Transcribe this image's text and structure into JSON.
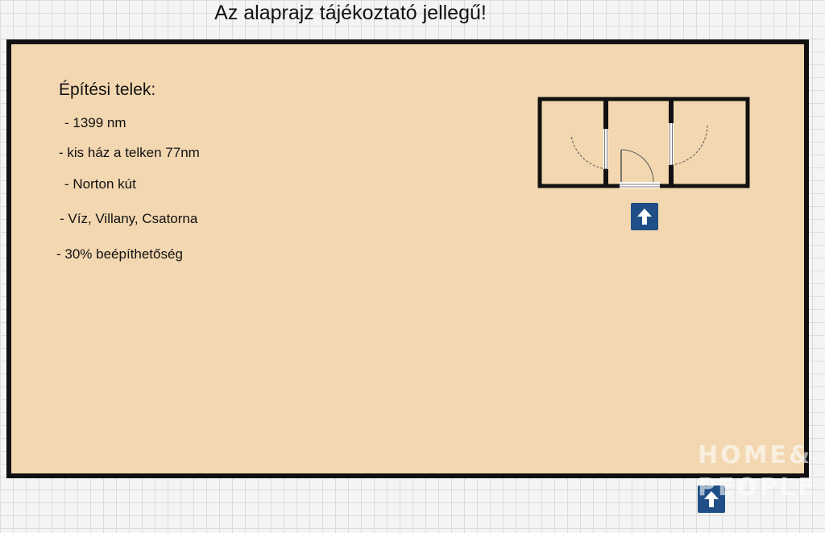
{
  "title": "Az alaprajz tájékoztató jellegű!",
  "plot": {
    "heading": "Építési telek:",
    "items": [
      "- 1399 nm",
      "- kis ház a telken 77nm",
      "- Norton kút",
      "- Víz, Villany, Csatorna",
      "- 30% beépíthetőség"
    ]
  },
  "watermark": {
    "line1": "HOME&",
    "line2": "PEOPLE",
    "tagline": ""
  },
  "colors": {
    "plot_fill": "#f2d7b0",
    "wall": "#111111",
    "entrance_badge": "#1f4f86"
  },
  "icons": [
    "up-arrow-icon",
    "up-arrow-icon"
  ]
}
